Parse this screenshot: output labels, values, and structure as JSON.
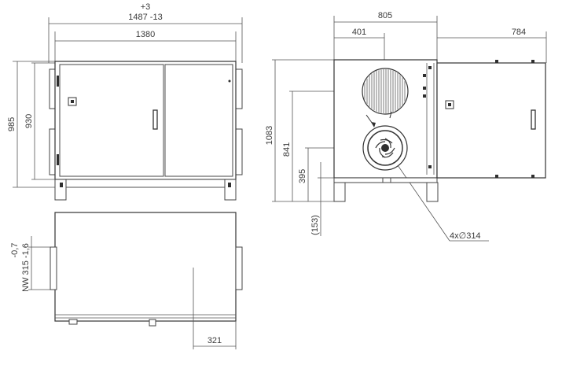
{
  "dimensions": {
    "tol_plus": "+3",
    "width_total": "1487 -13",
    "width_body": "1380",
    "height_total": "985",
    "height_body": "930",
    "side_width_total": "805",
    "side_offset": "401",
    "door_width": "784",
    "side_height_total": "1083",
    "side_height_upper": "841",
    "side_height_lower": "395",
    "foot_height": "(153)",
    "duct_spec": "4x∅314",
    "nw_label": "NW 315 -1,6",
    "nw_tol": "-0,7",
    "spigot_offset": "321"
  }
}
